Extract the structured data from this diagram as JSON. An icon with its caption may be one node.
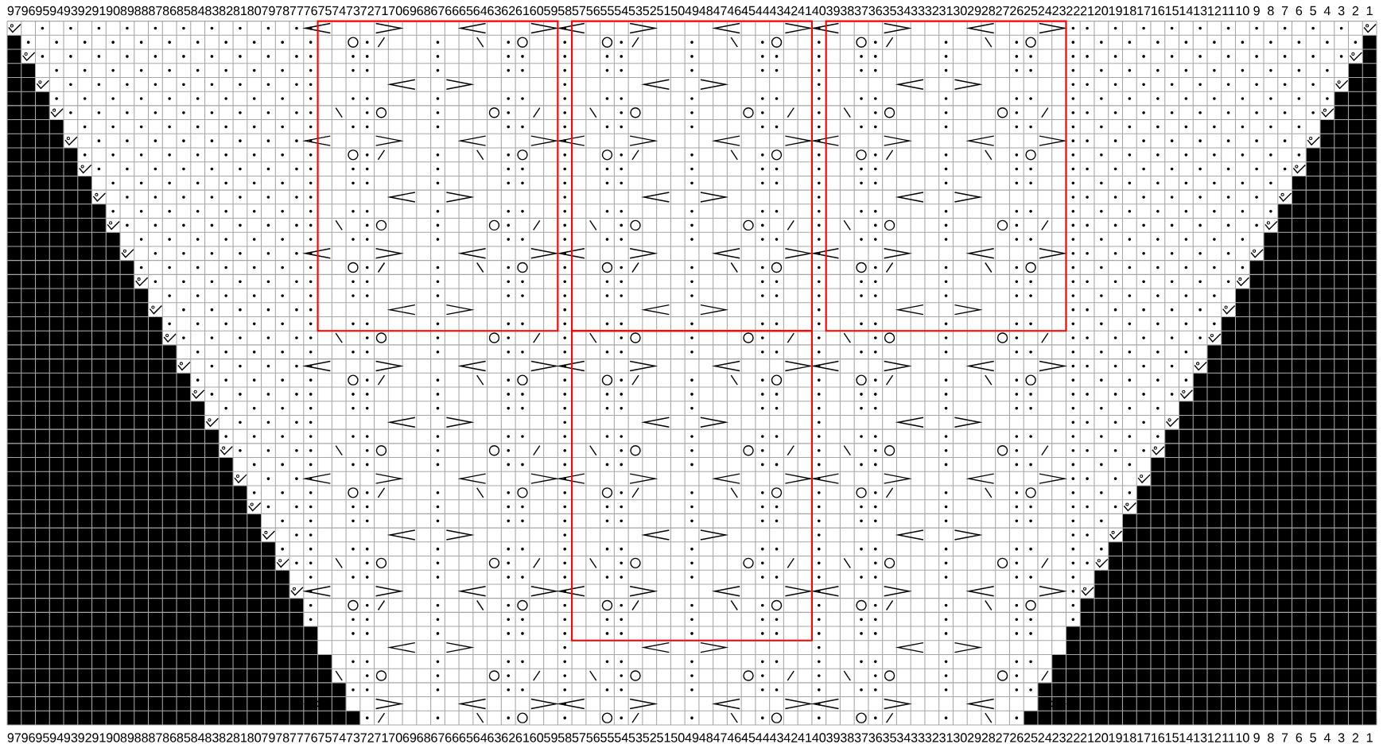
{
  "diagram": {
    "labels": [
      "97",
      "96",
      "95",
      "94",
      "93",
      "92",
      "91",
      "90",
      "89",
      "88",
      "87",
      "86",
      "85",
      "84",
      "83",
      "82",
      "81",
      "80",
      "79",
      "78",
      "77",
      "76",
      "75",
      "74",
      "73",
      "72",
      "71",
      "70",
      "69",
      "68",
      "67",
      "66",
      "65",
      "64",
      "63",
      "62",
      "61",
      "60",
      "59",
      "58",
      "57",
      "56",
      "55",
      "54",
      "53",
      "52",
      "51",
      "50",
      "49",
      "48",
      "47",
      "46",
      "45",
      "44",
      "43",
      "42",
      "41",
      "40",
      "39",
      "38",
      "37",
      "36",
      "35",
      "34",
      "33",
      "32",
      "31",
      "30",
      "29",
      "28",
      "27",
      "26",
      "25",
      "24",
      "23",
      "22",
      "21",
      "20",
      "19",
      "18",
      "17",
      "16",
      "15",
      "14",
      "13",
      "12",
      "11",
      "10",
      "9",
      "8",
      "7",
      "6",
      "5",
      "4",
      "3",
      "2",
      "1",
      "97",
      "96",
      "95",
      "94",
      "93",
      "92",
      "91",
      "90",
      "89",
      "88",
      "87",
      "86",
      "85",
      "84",
      "83",
      "82",
      "81",
      "80",
      "79",
      "78",
      "77",
      "76",
      "75",
      "74",
      "73",
      "72",
      "71",
      "70",
      "69",
      "68",
      "67",
      "66",
      "65",
      "64",
      "63",
      "62",
      "61",
      "60",
      "59",
      "58",
      "57",
      "56",
      "55",
      "54",
      "53",
      "52",
      "51",
      "50",
      "49",
      "48",
      "47",
      "46",
      "45",
      "44",
      "43",
      "42",
      "41",
      "40",
      "39",
      "38",
      "37",
      "36",
      "35",
      "34",
      "33",
      "32",
      "31",
      "30",
      "29",
      "28",
      "27",
      "26",
      "25",
      "24",
      "23",
      "22",
      "21",
      "20",
      "19",
      "18",
      "17",
      "16",
      "15",
      "14",
      "13",
      "12",
      "11",
      "10",
      "9",
      "8",
      "7",
      "6",
      "5",
      "4",
      "3",
      "2",
      "1"
    ]
  }
}
